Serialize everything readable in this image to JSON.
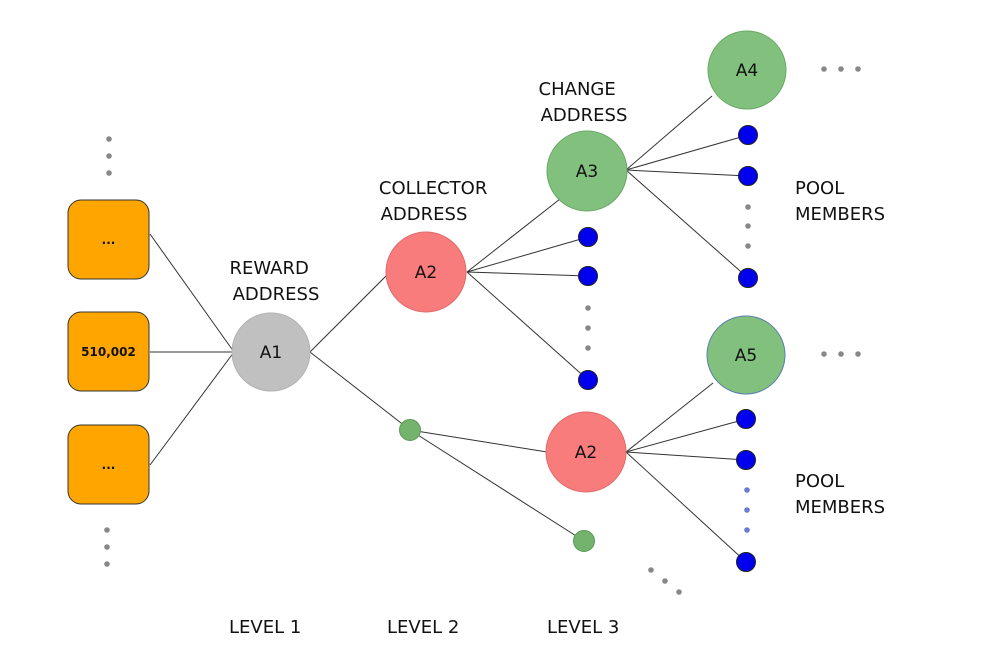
{
  "colors": {
    "block_fill": "#ffa500",
    "block_stroke": "#333333",
    "reward_fill": "#c0c0c0",
    "collector_fill": "#f87c7c",
    "change_fill": "#82c07e",
    "small_green_fill": "#74b36e",
    "member_fill": "#0000ee",
    "member_stroke": "#222222",
    "line": "#333333",
    "dot": "#888888",
    "dot_blue": "#6a7bd2"
  },
  "blocks": {
    "top_label": "...",
    "middle_label": "510,002",
    "bottom_label": "..."
  },
  "nodes": {
    "a1": "A1",
    "a2_top": "A2",
    "a2_bottom": "A2",
    "a3": "A3",
    "a4": "A4",
    "a5": "A5"
  },
  "labels": {
    "reward": [
      "REWARD",
      "ADDRESS"
    ],
    "collector": [
      "COLLECTOR",
      "ADDRESS"
    ],
    "change": [
      "CHANGE",
      "ADDRESS"
    ],
    "pool_top": [
      "POOL",
      "MEMBERS"
    ],
    "pool_bottom": [
      "POOL",
      "MEMBERS"
    ]
  },
  "levels": {
    "level1": "LEVEL 1",
    "level2": "LEVEL 2",
    "level3": "LEVEL 3"
  }
}
